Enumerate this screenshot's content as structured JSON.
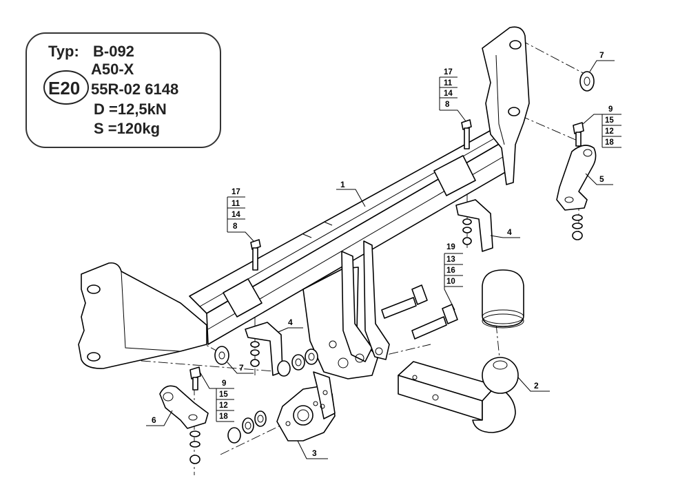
{
  "plate": {
    "typ_label": "Typ:",
    "typ_value": "B-092",
    "model": "A50-X",
    "approval_mark": "E20",
    "approval_number": "55R-02 6148",
    "d_value": "D =12,5kN",
    "s_value": "S =120kg"
  },
  "callouts": {
    "c1": "1",
    "c2": "2",
    "c3": "3",
    "c4a": "4",
    "c4b": "4",
    "c5": "5",
    "c6": "6",
    "c7a": "7",
    "c7b": "7"
  },
  "bom": {
    "bolt_top": [
      "17",
      "11",
      "14",
      "8"
    ],
    "bolt_left": [
      "17",
      "11",
      "14",
      "8"
    ],
    "bolt_right": [
      "9",
      "15",
      "12",
      "18"
    ],
    "bolt_lower_left": [
      "9",
      "15",
      "12",
      "18"
    ],
    "bolt_ball": [
      "19",
      "13",
      "16",
      "10"
    ]
  }
}
